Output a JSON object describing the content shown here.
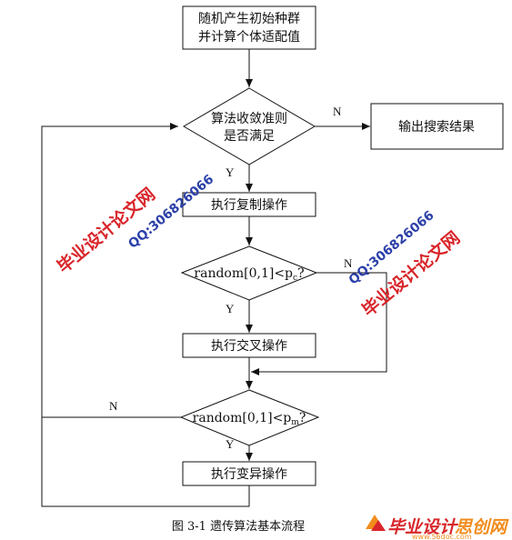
{
  "nodes": {
    "init_line1": "随机产生初始种群",
    "init_line2": "并计算个体适配值",
    "converge_line1": "算法收敛准则",
    "converge_line2": "是否满足",
    "output": "输出搜索结果",
    "copy": "执行复制操作",
    "pc_main": "random[0,1]<p",
    "pc_sub": "c",
    "pc_q": "?",
    "crossover": "执行交叉操作",
    "pm_main": "random[0,1]<p",
    "pm_sub": "m",
    "pm_q": "?",
    "mutation": "执行变异操作"
  },
  "branch_labels": {
    "converge_no": "N",
    "converge_yes": "Y",
    "pc_no": "N",
    "pc_yes": "Y",
    "pm_no": "N",
    "pm_yes": "Y"
  },
  "watermarks": {
    "site_cn": "毕业设计论文网",
    "site_url": "www.56doc.com",
    "qq": "QQ:306826066"
  },
  "caption": "图 3-1  遗传算法基本流程",
  "logo": {
    "text_red": "毕业设计",
    "text_orange": "思创网",
    "url": "www.56doc.com"
  },
  "colors": {
    "line": "#111111",
    "watermark_red": "#d8252a",
    "watermark_blue": "#2b3fa8",
    "logo_orange": "#f28c1c"
  }
}
